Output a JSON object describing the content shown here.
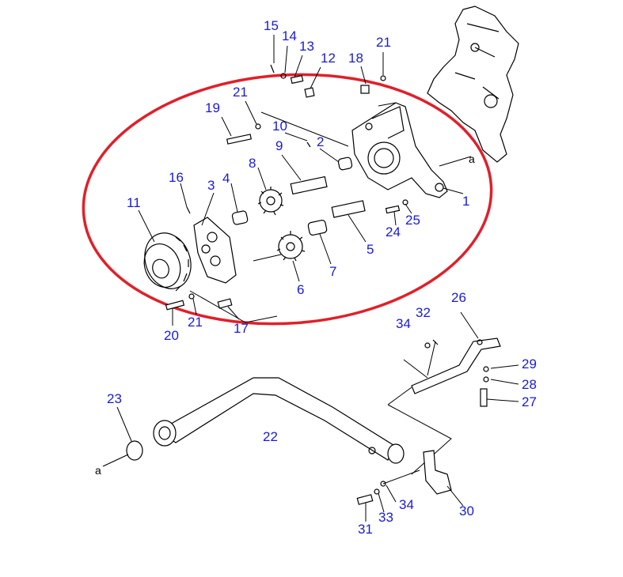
{
  "highlight_color": "#e0202a",
  "label_color": "#1a1ad6",
  "callouts": {
    "c15": "15",
    "c14": "14",
    "c13": "13",
    "c12": "12",
    "c18": "18",
    "c21a": "21",
    "c19": "19",
    "c21b": "21",
    "c10": "10",
    "c9": "9",
    "c2": "2",
    "c8": "8",
    "c16": "16",
    "c3": "3",
    "c4": "4",
    "c11": "11",
    "c1": "1",
    "c24": "24",
    "c25": "25",
    "c5": "5",
    "c7": "7",
    "c6": "6",
    "c20": "20",
    "c21c": "21",
    "c17": "17",
    "c26": "26",
    "c32": "32",
    "c34a": "34",
    "c29": "29",
    "c28": "28",
    "c27": "27",
    "c23": "23",
    "c22": "22",
    "c30": "30",
    "c34b": "34",
    "c33": "33",
    "c31": "31"
  },
  "view_marks": {
    "a_left": "a",
    "a_right": "a"
  }
}
